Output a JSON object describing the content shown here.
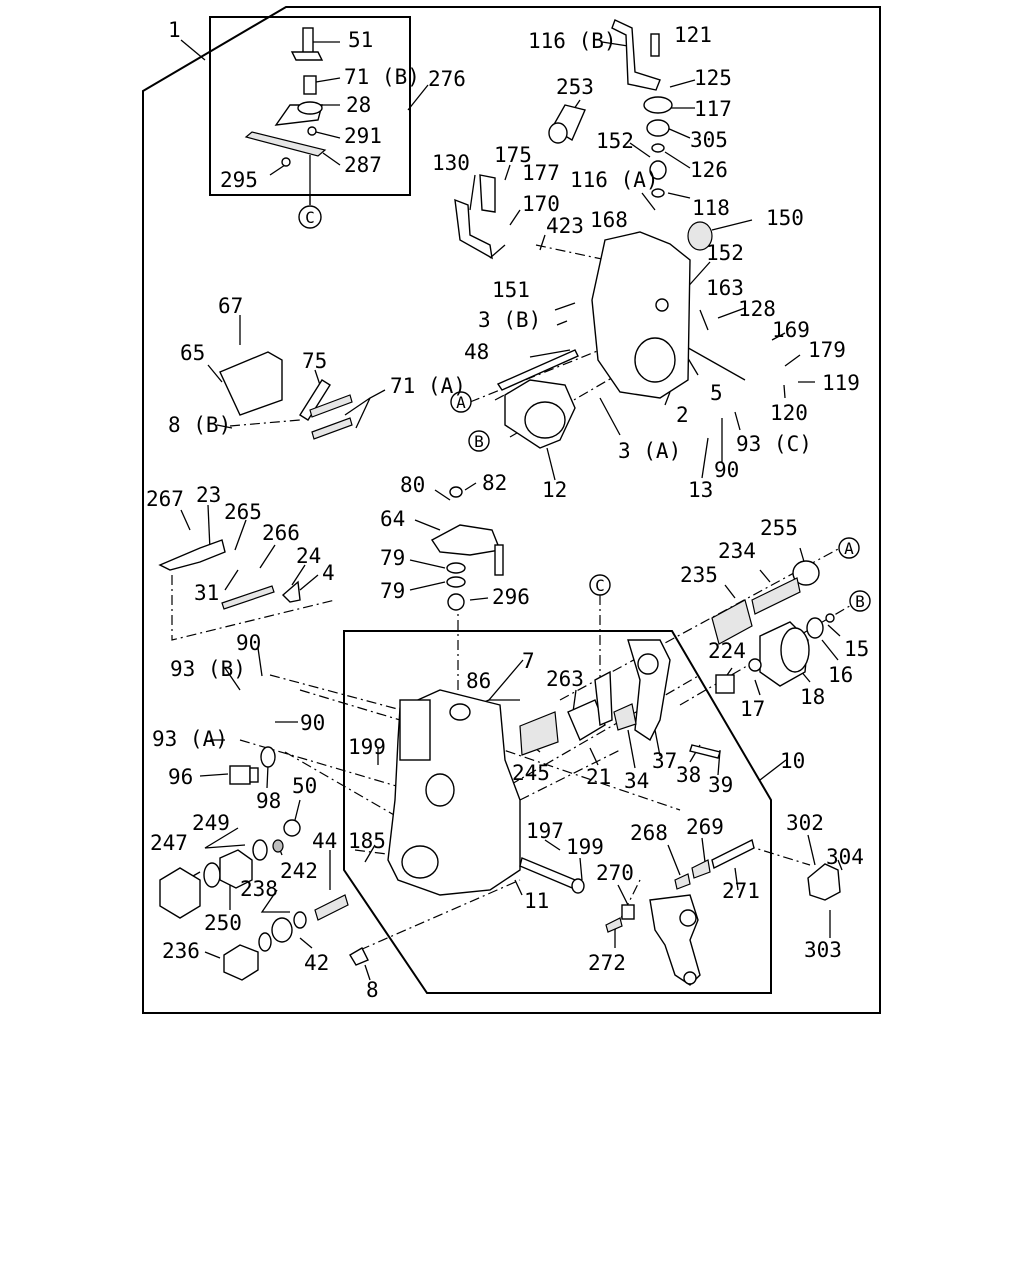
{
  "diagram": {
    "labels": [
      "1",
      "51",
      "71 (B)",
      "276",
      "28",
      "291",
      "287",
      "295",
      "116 (B)",
      "121",
      "125",
      "253",
      "117",
      "305",
      "152",
      "126",
      "116 (A)",
      "118",
      "150",
      "130",
      "175",
      "177",
      "170",
      "423",
      "168",
      "152",
      "163",
      "128",
      "169",
      "179",
      "151",
      "3 (B)",
      "48",
      "5",
      "119",
      "120",
      "2",
      "93 (C)",
      "3 (A)",
      "90",
      "13",
      "12",
      "67",
      "65",
      "75",
      "71 (A)",
      "8 (B)",
      "267",
      "23",
      "265",
      "266",
      "24",
      "4",
      "31",
      "80",
      "82",
      "64",
      "79",
      "79",
      "296",
      "255",
      "234",
      "235",
      "15",
      "16",
      "224",
      "18",
      "17",
      "90",
      "93 (B)",
      "86",
      "7",
      "263",
      "93 (A)",
      "90",
      "199",
      "245",
      "21",
      "34",
      "37",
      "38",
      "39",
      "96",
      "98",
      "50",
      "249",
      "242",
      "44",
      "185",
      "197",
      "199",
      "10",
      "302",
      "304",
      "268",
      "269",
      "247",
      "250",
      "270",
      "271",
      "11",
      "238",
      "303",
      "236",
      "42",
      "272",
      "8"
    ],
    "callouts": [
      "C",
      "A",
      "B",
      "A",
      "B",
      "C"
    ]
  }
}
